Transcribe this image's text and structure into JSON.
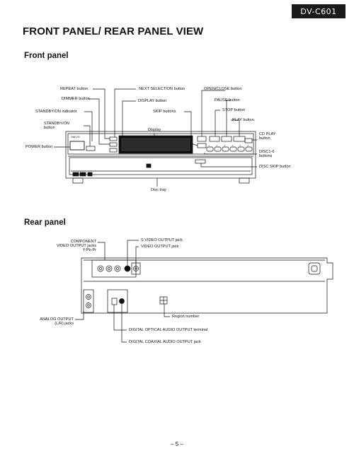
{
  "header": {
    "model": "DV-C601"
  },
  "title": "FRONT PANEL/ REAR PANEL VIEW",
  "front_panel": {
    "heading": "Front panel",
    "labels": {
      "repeat": "REPEAT button",
      "next_selection": "NEXT SELECTION button",
      "open_close": "OPEN/CLOSE button",
      "dimmer": "DIMMER button",
      "display_button": "DISPLAY button",
      "pause": "PAUSE button",
      "standby_indicator": "STANDBY/ON indicator",
      "skip": "SKIP buttons",
      "stop": "STOP button",
      "standby_button_1": "STANDBY/ON",
      "standby_button_2": "button",
      "display": "Display",
      "play": "PLAY button",
      "cd_play_1": "CD PLAY",
      "cd_play_2": "button",
      "power": "POWER button",
      "disc_1": "DISC1-6",
      "disc_2": "buttons",
      "disc_skip": "DISC SKIP button",
      "disc_tray": "Disc tray"
    },
    "device": {
      "brand": "ONKYO",
      "disc_numbers": [
        "1",
        "2",
        "3",
        "4",
        "5",
        "6"
      ]
    }
  },
  "rear_panel": {
    "heading": "Rear panel",
    "labels": {
      "component_1": "COMPONENT",
      "component_2": "VIDEO OUTPUT jacks",
      "component_3": "Y-Pb-Pr",
      "s_video": "S VIDEO OUTPUT jack",
      "video_output": "VIDEO OUTPUT jack",
      "analog_1": "ANALOG OUTPUT",
      "analog_2": "(L/R) jacks",
      "region": "Region number",
      "optical": "DIGITAL OPTICAL AUDIO OUTPUT terminal",
      "coaxial": "DIGITAL COAXIAL AUDIO OUTPUT jack"
    }
  },
  "footer": {
    "page": "– 5 –"
  }
}
